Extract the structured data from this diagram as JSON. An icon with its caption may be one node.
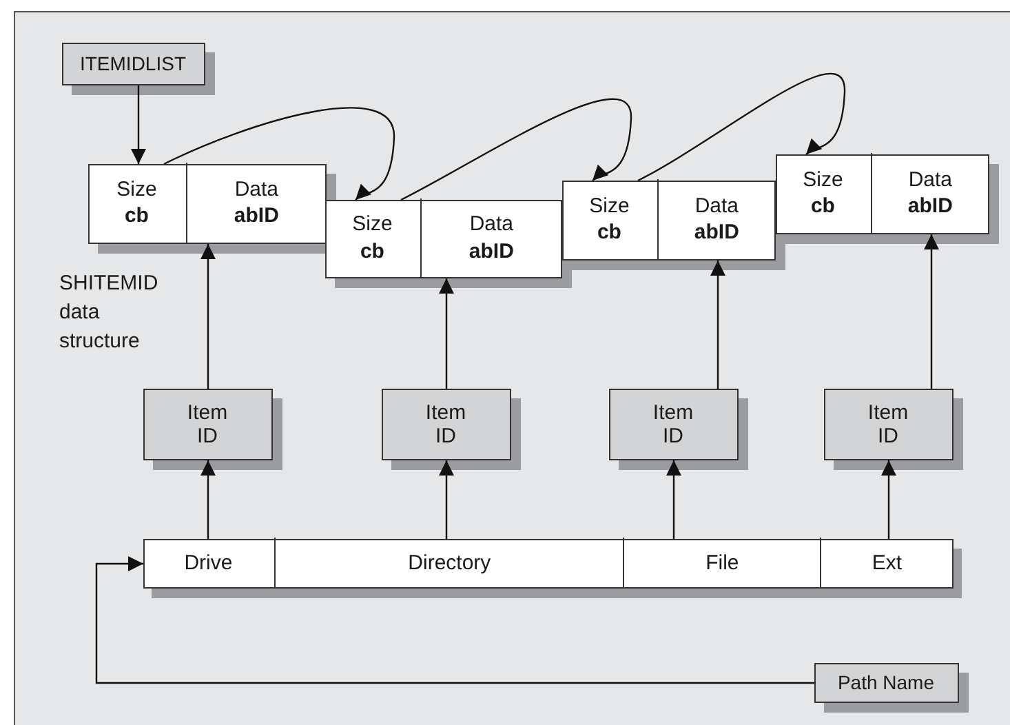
{
  "diagram": {
    "nodes": [
      {
        "text": [
          "ITEMIDLIST"
        ]
      },
      {
        "text": [],
        "shape": "box"
      },
      {
        "text": [
          "Size",
          "cb"
        ],
        "in": 1
      },
      {
        "text": [
          "Data",
          "abID"
        ],
        "in": 1
      },
      {
        "text": [],
        "shape": "box"
      },
      {
        "text": [
          "Size",
          "cb"
        ],
        "in": 4
      },
      {
        "text": [
          "Data",
          "abID"
        ],
        "in": 4
      },
      {
        "text": [],
        "shape": "box"
      },
      {
        "text": [
          "Size",
          "cb"
        ],
        "in": 7
      },
      {
        "text": [
          "Data",
          "abID"
        ],
        "in": 7
      },
      {
        "text": [],
        "shape": "box"
      },
      {
        "text": [
          "Size",
          "cb"
        ],
        "in": 10
      },
      {
        "text": [
          "Data",
          "abID"
        ],
        "in": 10
      },
      {
        "text": [
          "Item ID"
        ]
      },
      {
        "text": [
          "Item ID"
        ]
      },
      {
        "text": [
          "Item ID"
        ]
      },
      {
        "text": [
          "Item ID"
        ]
      },
      {
        "text": [],
        "shape": "bar"
      },
      {
        "text": [
          "Drive"
        ],
        "in": 17
      },
      {
        "text": [
          "Directory"
        ],
        "in": 17
      },
      {
        "text": [
          "File"
        ],
        "in": 17
      },
      {
        "text": [
          "Ext"
        ],
        "in": 17
      },
      {
        "text": [
          "Path Name"
        ]
      }
    ],
    "edges": [
      {
        "from": 0,
        "to": 2,
        "arrow": "to"
      },
      {
        "from": 2,
        "to": 5,
        "arrow": "to"
      },
      {
        "from": 5,
        "to": 8,
        "arrow": "to"
      },
      {
        "from": 8,
        "to": 11,
        "arrow": "to"
      },
      {
        "from": 13,
        "to": 3,
        "arrow": "to"
      },
      {
        "from": 14,
        "to": 6,
        "arrow": "to"
      },
      {
        "from": 15,
        "to": 9,
        "arrow": "to"
      },
      {
        "from": 16,
        "to": 12,
        "arrow": "to"
      },
      {
        "from": 18,
        "to": 13,
        "arrow": "to"
      },
      {
        "from": 19,
        "to": 14,
        "arrow": "to"
      },
      {
        "from": 20,
        "to": 15,
        "arrow": "to"
      },
      {
        "from": 21,
        "to": 16,
        "arrow": "to"
      },
      {
        "from": 22,
        "to": 18,
        "arrow": "to"
      }
    ],
    "labels": [
      "SHITEMID data structure"
    ]
  }
}
